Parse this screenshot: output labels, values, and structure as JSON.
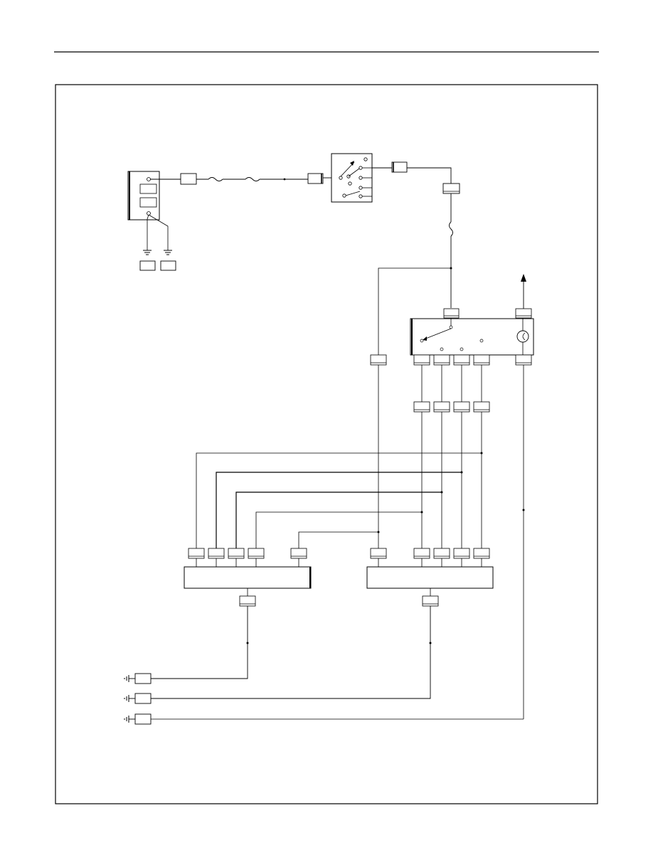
{
  "page": {
    "header_rule": true,
    "frame": true
  },
  "colors": {
    "ink": "#000000",
    "paper": "#ffffff"
  },
  "diagram": {
    "labels_visible": false,
    "components": [
      {
        "name": "power-source-module",
        "kind": "module"
      },
      {
        "name": "ignition-switch",
        "kind": "switch"
      },
      {
        "name": "fuse-1",
        "kind": "fuse"
      },
      {
        "name": "fuse-2",
        "kind": "fuse"
      },
      {
        "name": "fuse-3",
        "kind": "fuse"
      },
      {
        "name": "selector-switch-module",
        "kind": "module"
      },
      {
        "name": "left-control-unit",
        "kind": "module"
      },
      {
        "name": "right-control-unit",
        "kind": "module"
      },
      {
        "name": "ground-1",
        "kind": "ground"
      },
      {
        "name": "ground-2",
        "kind": "ground"
      },
      {
        "name": "ground-3",
        "kind": "ground"
      },
      {
        "name": "ground-4",
        "kind": "ground"
      },
      {
        "name": "ground-5",
        "kind": "ground"
      }
    ]
  }
}
